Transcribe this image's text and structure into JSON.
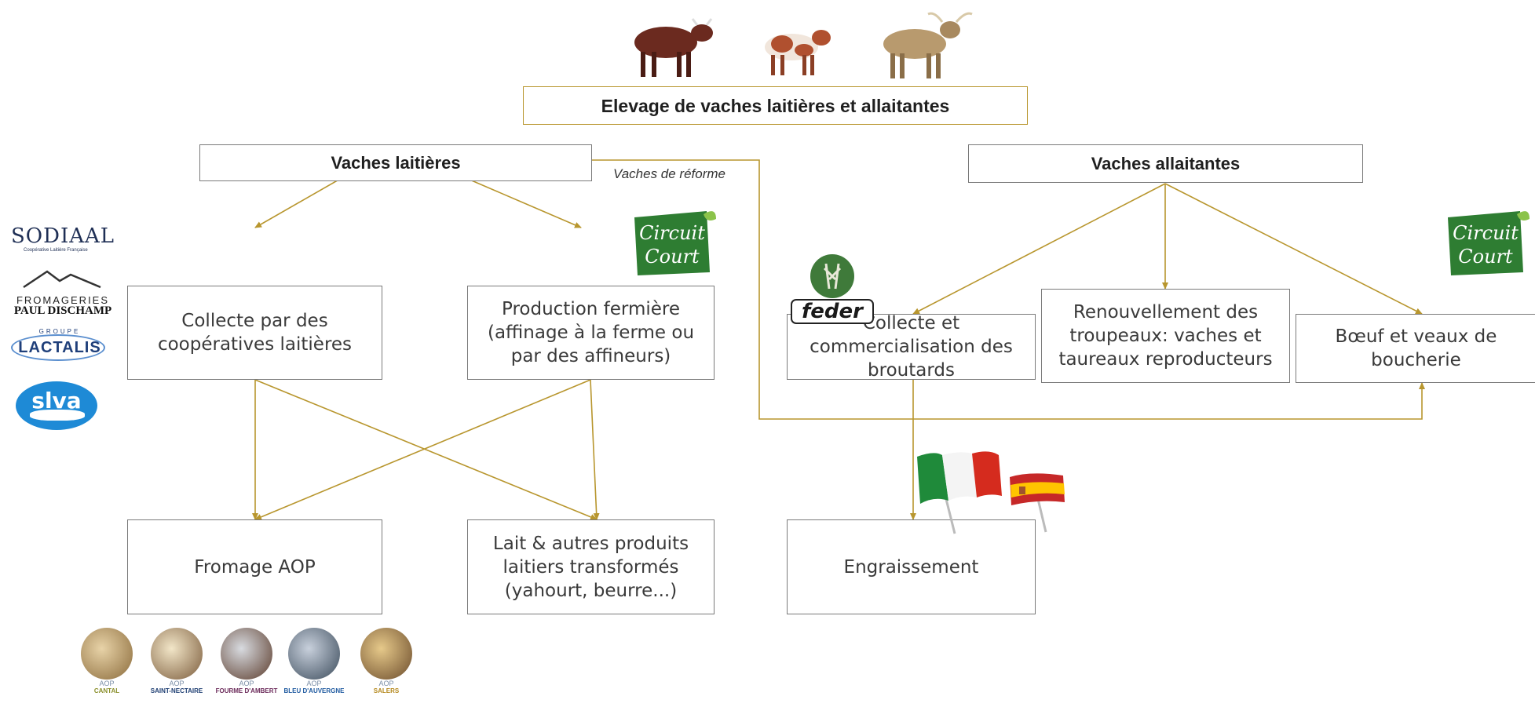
{
  "title": "Elevage de vaches laitières et allaitantes",
  "branches": {
    "dairy": "Vaches laitières",
    "suckler": "Vaches allaitantes"
  },
  "link_label": "Vaches de réforme",
  "nodes": {
    "collecte_coop": "Collecte par des\ncoopératives laitières",
    "production_fermiere": "Production fermière\n(affinage à la ferme ou\npar des affineurs)",
    "fromage_aop": "Fromage AOP",
    "lait_produits": "Lait & autres produits\nlaitiers transformés\n(yahourt, beurre...)",
    "collecte_broutards": "Collecte et\ncommercialisation des\nbroutards",
    "renouvellement": "Renouvellement des\ntroupeaux: vaches et\ntaureaux reproducteurs",
    "boeuf_veaux": "Bœuf et veaux de\nboucherie",
    "engraissement": "Engraissement"
  },
  "logos": {
    "circuit_court": [
      "Circuit",
      "Court"
    ],
    "feder": "feder",
    "sodiaal": "SODIAAL",
    "sodiaal_sub": "Coopérative Laitière Française",
    "dischamp_1": "FROMAGERIES",
    "dischamp_2": "PAUL DISCHAMP",
    "lactalis_group": "GROUPE",
    "lactalis": "LACTALIS",
    "slva": "slva"
  },
  "aop_labels": [
    {
      "k1": "AOP",
      "k2": "CANTAL",
      "color": "#8a8f2a"
    },
    {
      "k1": "AOP",
      "k2": "SAINT-NECTAIRE",
      "color": "#1f3f73"
    },
    {
      "k1": "AOP",
      "k2": "FOURME D'AMBERT",
      "color": "#6b2a5a"
    },
    {
      "k1": "AOP",
      "k2": "BLEU D'AUVERGNE",
      "color": "#1f5aa0"
    },
    {
      "k1": "AOP",
      "k2": "SALERS",
      "color": "#b5891e"
    }
  ],
  "colors": {
    "arrow": "#b8962e",
    "box_border": "#7a7a7a",
    "title_border": "#b8962e",
    "circuit_green": "#2e7d32",
    "feder_green": "#3f7a3a"
  }
}
